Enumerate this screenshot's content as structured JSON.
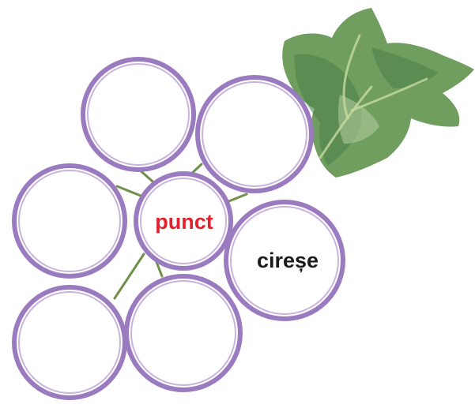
{
  "diagram": {
    "type": "grape-cluster-word-web",
    "center_word": "punct",
    "words": [
      "cireșe"
    ],
    "colors": {
      "grape_outline": "#9b7bc0",
      "center_text": "#e3202b",
      "word_text": "#1a1a1a",
      "leaf": "#6f9e5f",
      "stem": "#6f8f4a"
    },
    "icons": [
      "grape-leaf-icon"
    ]
  }
}
